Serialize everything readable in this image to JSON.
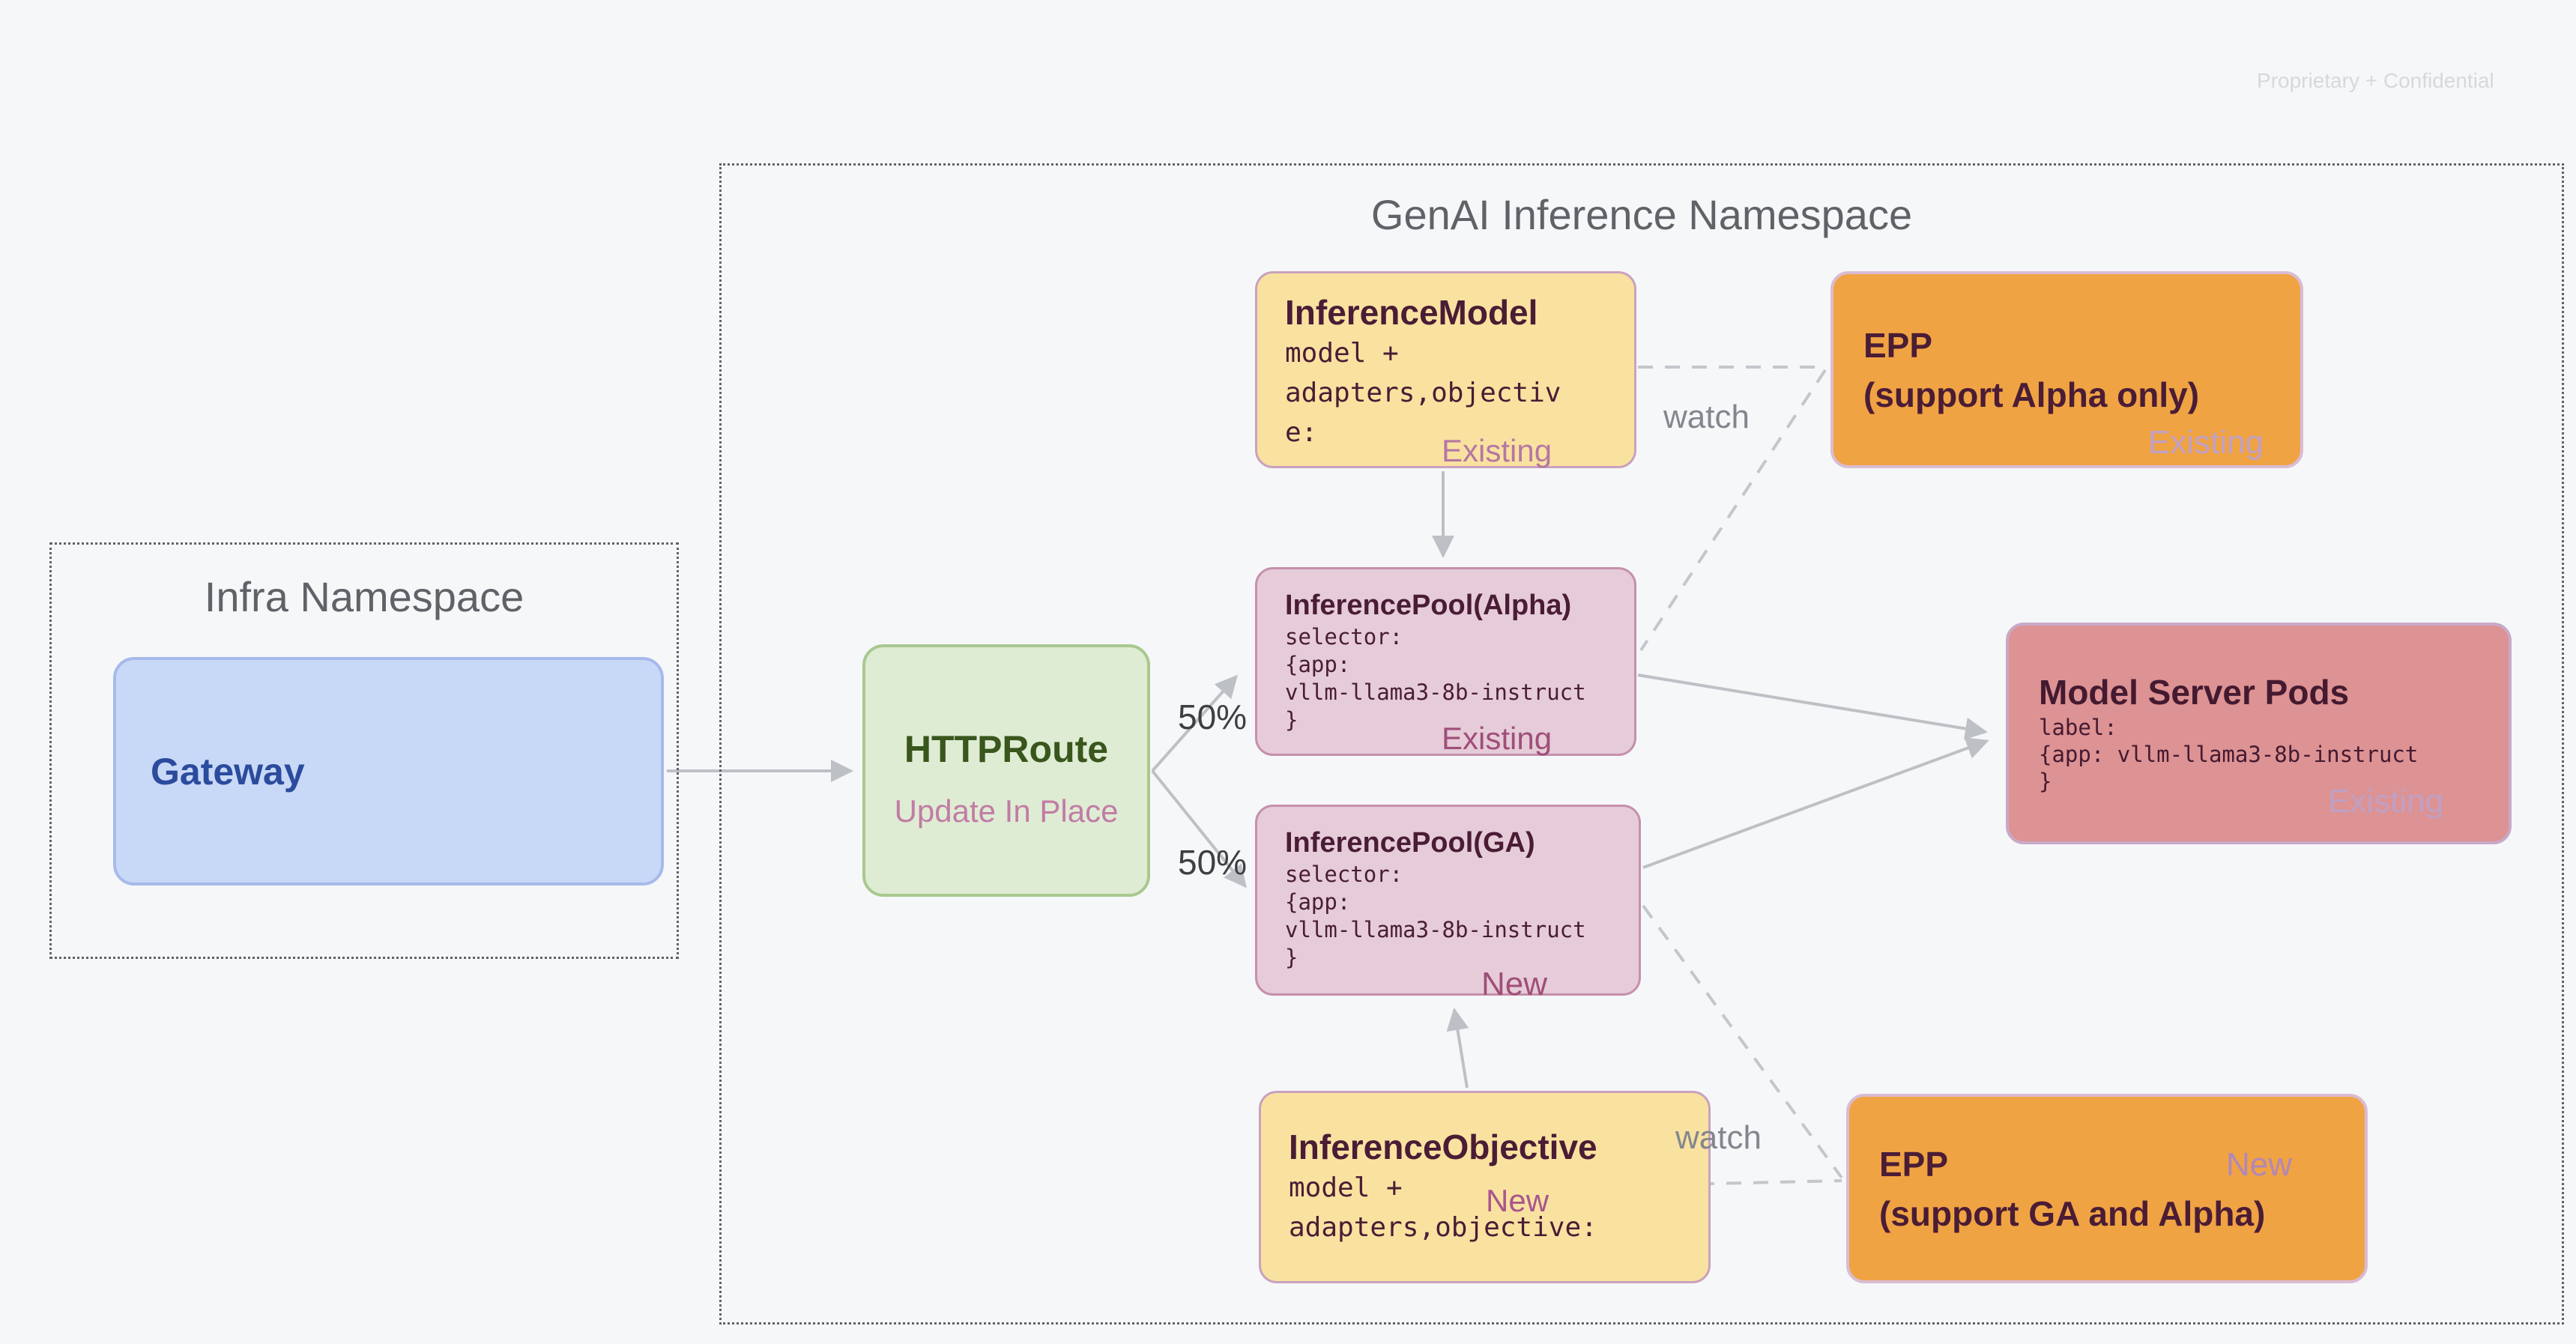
{
  "page": {
    "watermark": "Proprietary + Confidential"
  },
  "namespaces": {
    "infra": {
      "title": "Infra Namespace"
    },
    "genai": {
      "title": "GenAI Inference Namespace"
    }
  },
  "nodes": {
    "gateway": {
      "title": "Gateway"
    },
    "httproute": {
      "title": "HTTPRoute",
      "subtitle": "Update In Place"
    },
    "inference_model": {
      "title": "InferenceModel",
      "code_lines": [
        "model +",
        "adapters,objectiv",
        "e:"
      ],
      "status": "Existing"
    },
    "epp_alpha": {
      "title_line1": "EPP",
      "title_line2": "(support Alpha only)",
      "status": "Existing"
    },
    "pool_alpha": {
      "title": "InferencePool(Alpha)",
      "code_lines": [
        "selector:",
        "{app:",
        "vllm-llama3-8b-instruct",
        "}"
      ],
      "status": "Existing"
    },
    "pool_ga": {
      "title": "InferencePool(GA)",
      "code_lines": [
        "selector:",
        "{app:",
        "vllm-llama3-8b-instruct",
        "}"
      ],
      "status": "New"
    },
    "model_server_pods": {
      "title": "Model Server Pods",
      "code_lines": [
        "label:",
        "{app: vllm-llama3-8b-instruct",
        "}"
      ],
      "status": "Existing"
    },
    "inference_objective": {
      "title": "InferenceObjective",
      "code_lines": [
        "model +",
        "adapters,objective:"
      ],
      "status": "New"
    },
    "epp_ga": {
      "title_line1": "EPP",
      "title_line2": "(support GA and Alpha)",
      "status": "New"
    }
  },
  "edge_labels": {
    "split_top": "50%",
    "split_bottom": "50%",
    "watch_top": "watch",
    "watch_bottom": "watch"
  },
  "colors": {
    "background": "#f6f7f9",
    "arrow_gray": "#bdc1c6",
    "dashed_gray": "#c3c7cb",
    "namespace_text": "#5f6368",
    "yellow_fill": "#f9e2a0",
    "pool_fill": "#e5ccd8",
    "pods_fill": "#dd9293",
    "epp_fill": "#f0a343",
    "route_fill": "#dfecd4",
    "gateway_fill": "#c8d8f7",
    "dark_maroon": "#4a1c35",
    "status_rose": "#a04e79",
    "status_lavender": "#c0a0c4"
  }
}
